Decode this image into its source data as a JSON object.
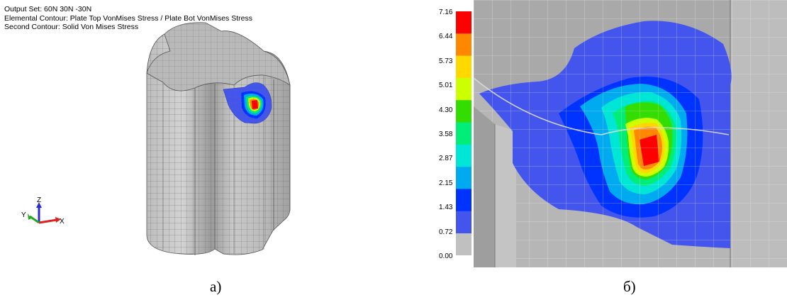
{
  "info": {
    "output_set": "Output Set: 60N 30N -30N",
    "elemental_contour": "Elemental Contour: Plate Top VonMises Stress / Plate Bot VonMises Stress",
    "second_contour": "Second Contour: Solid Von Mises Stress"
  },
  "triad": {
    "x": "X",
    "y": "Y",
    "z": "Z"
  },
  "scale": {
    "labels": [
      "7.16",
      "6.44",
      "5.73",
      "5.01",
      "4.30",
      "3.58",
      "2.87",
      "2.15",
      "1.43",
      "0.72",
      "0.00"
    ],
    "colors": [
      "#ff0000",
      "#ff8800",
      "#ffd800",
      "#ccff00",
      "#33dd00",
      "#00ee77",
      "#00e6d6",
      "#00aaf0",
      "#0033ff",
      "#4455ee"
    ],
    "bottom_color": "#c0c0c0"
  },
  "captions": {
    "a": "а)",
    "b": "б)"
  }
}
